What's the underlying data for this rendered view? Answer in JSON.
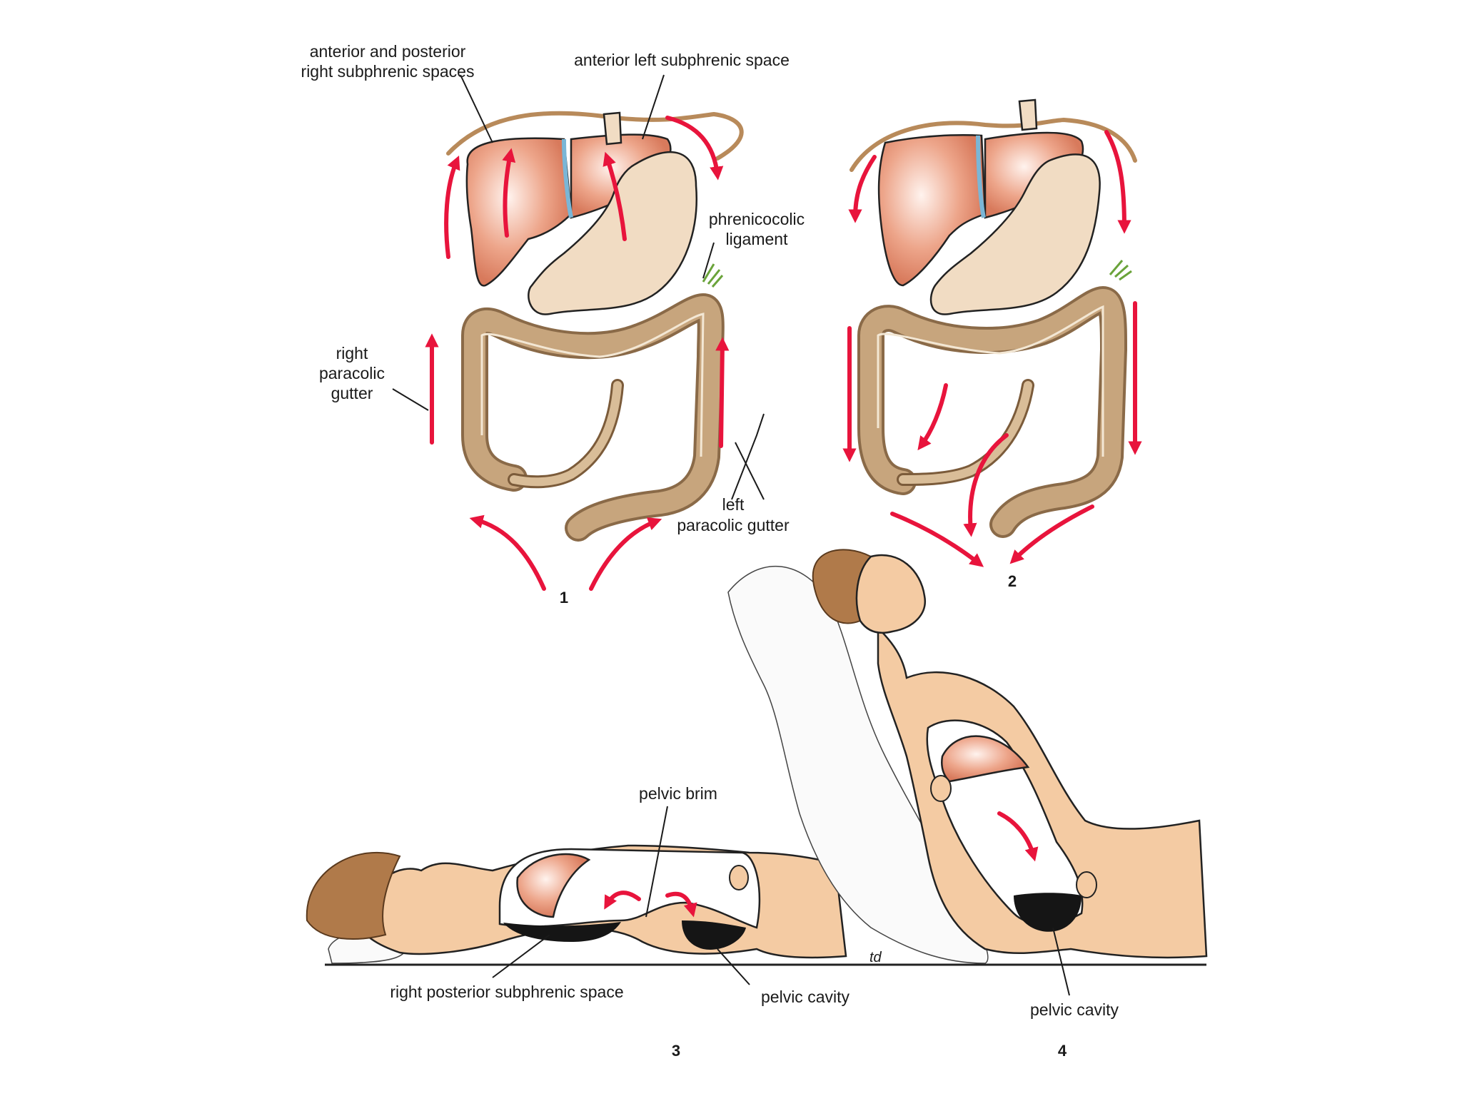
{
  "labels": {
    "ant_post_right_1": "anterior and posterior",
    "ant_post_right_2": "right subphrenic spaces",
    "ant_left": "anterior left subphrenic space",
    "phrenicocolic_1": "phrenicocolic",
    "phrenicocolic_2": "ligament",
    "right_gutter_1": "right",
    "right_gutter_2": "paracolic",
    "right_gutter_3": "gutter",
    "left_gutter_1": "left",
    "left_gutter_2": "paracolic gutter",
    "pelvic_brim": "pelvic brim",
    "right_post_subphrenic": "right posterior subphrenic space",
    "pelvic_cavity_3": "pelvic cavity",
    "pelvic_cavity_4": "pelvic cavity",
    "signature": "td"
  },
  "panel_numbers": {
    "p1": "1",
    "p2": "2",
    "p3": "3",
    "p4": "4"
  },
  "colors": {
    "arrow": "#e8143c",
    "liver": "#e9a083",
    "colon": "#c7a57d",
    "skin": "#f4cba3",
    "diaphragm": "#b88a5a"
  }
}
